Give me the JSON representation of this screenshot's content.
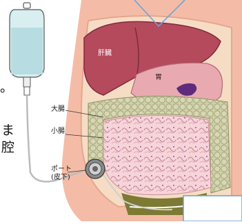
{
  "labels": {
    "liver": "肝臓",
    "stomach": "胃",
    "large_intestine": "大腸",
    "small_intestine": "小腸",
    "port_line1": "ポート",
    "port_line2": "(皮下)"
  },
  "side_text": {
    "char_1": "。",
    "char_2": "ま",
    "char_3": "腔"
  },
  "colors": {
    "skin": "#f4b9a2",
    "liver": "#b24358",
    "stomach": "#e7a7ad",
    "small_intestine": "#f6d3d8",
    "large_intestine": "#c9cba6",
    "peritoneum": "#f0c98f",
    "callout_border": "#6fa3d6",
    "tumor": "#5c2a7a"
  },
  "icons": {
    "iv_bag": "iv-bag-icon",
    "port": "port-device-icon"
  }
}
